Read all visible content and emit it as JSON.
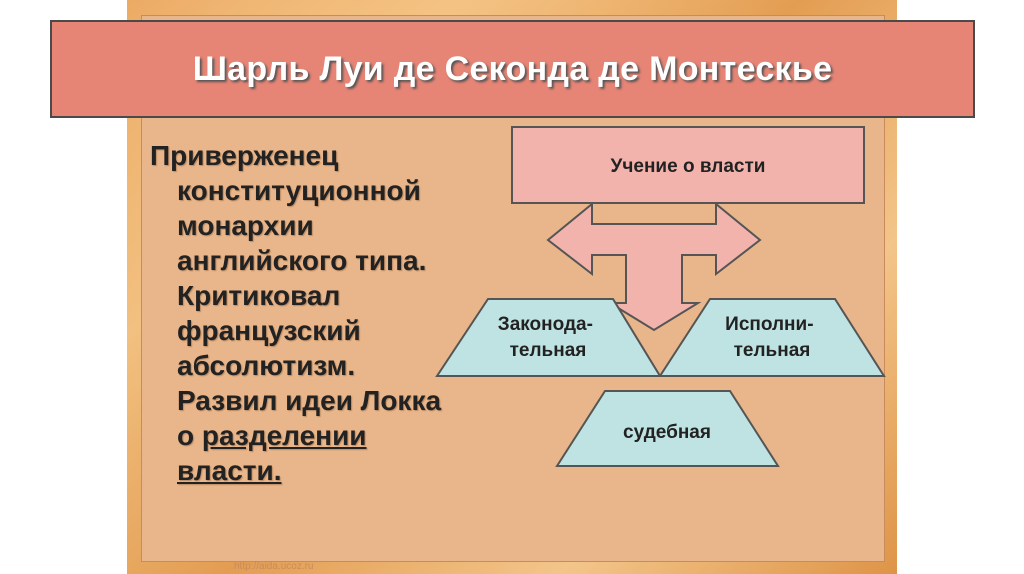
{
  "slide": {
    "title": "Шарль Луи де Секонда де Монтескье",
    "body_lines": [
      "Приверженец",
      "конституционной",
      "монархии",
      "английского типа.",
      "Критиковал",
      "французский",
      "абсолютизм.",
      "Развил идеи Локка",
      "о ",
      "разделении",
      "власти."
    ]
  },
  "diagram": {
    "top_box": "Учение о власти",
    "branch_left": [
      "Законода-",
      "тельная"
    ],
    "branch_right": [
      "Исполни-",
      "тельная"
    ],
    "branch_bottom": "судебная",
    "colors": {
      "top_box": "#f2b3ad",
      "arrow": "#f2b3ad",
      "trapezoid": "#bfe3e3",
      "title_box": "#e68475"
    }
  },
  "watermark": "http://aida.ucoz.ru"
}
